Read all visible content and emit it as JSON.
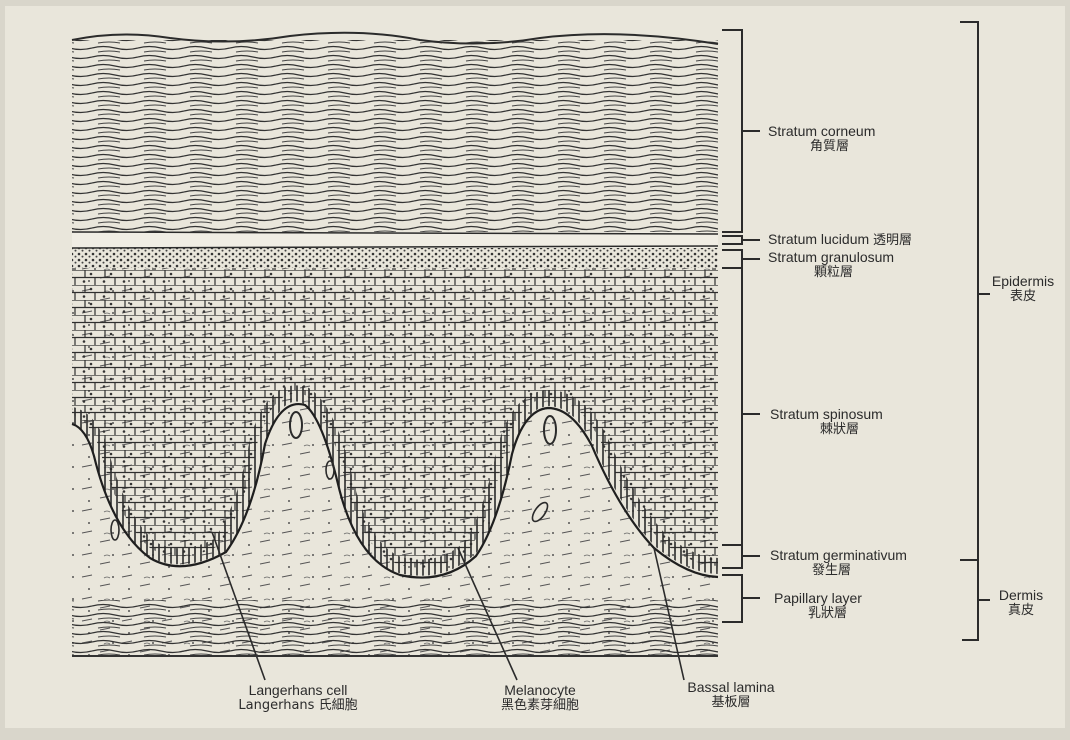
{
  "labels": {
    "corneum": {
      "en": "Stratum corneum",
      "cn": "角質層"
    },
    "lucidum": {
      "en": "Stratum lucidum",
      "cn": "透明層"
    },
    "granulosum": {
      "en": "Stratum granulosum",
      "cn": "顆粒層"
    },
    "spinosum": {
      "en": "Stratum spinosum",
      "cn": "棘狀層"
    },
    "germinativum": {
      "en": "Stratum germinativum",
      "cn": "發生層"
    },
    "papillary": {
      "en": "Papillary layer",
      "cn": "乳狀層"
    },
    "epidermis": {
      "en": "Epidermis",
      "cn": "表皮"
    },
    "dermis": {
      "en": "Dermis",
      "cn": "真皮"
    },
    "langerhans": {
      "en": "Langerhans cell",
      "cn": "Langerhans 氏細胞"
    },
    "melanocyte": {
      "en": "Melanocyte",
      "cn": "黑色素芽細胞"
    },
    "basal": {
      "en": "Bassal lamina",
      "cn": "基板層"
    }
  },
  "colors": {
    "paper": "#e9e6db",
    "ink": "#2b2b2b"
  }
}
